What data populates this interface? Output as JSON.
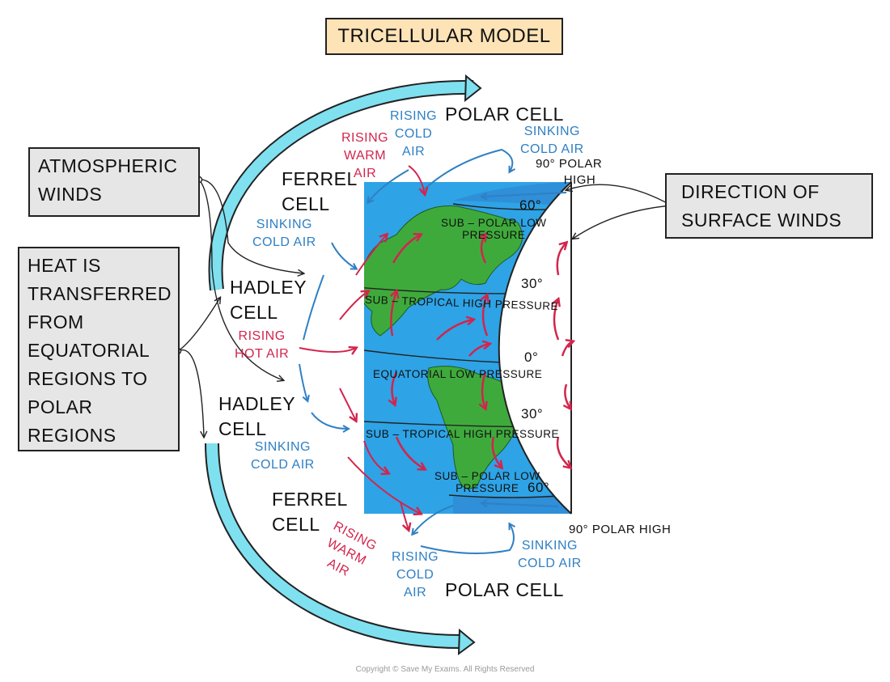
{
  "title": "TRICELLULAR MODEL",
  "notes": {
    "atmospheric_winds": [
      "ATMOSPHERIC",
      "WINDS"
    ],
    "heat_transfer": [
      "HEAT IS",
      "TRANSFERRED",
      "FROM",
      "EQUATORIAL",
      "REGIONS TO",
      "POLAR",
      "REGIONS"
    ],
    "surface_winds": [
      "DIRECTION OF",
      "SURFACE WINDS"
    ]
  },
  "cells": {
    "polar_top": "POLAR CELL",
    "ferrel_top": [
      "FERREL",
      "CELL"
    ],
    "hadley_top": [
      "HADLEY",
      "CELL"
    ],
    "hadley_bottom": [
      "HADLEY",
      "CELL"
    ],
    "ferrel_bottom": [
      "FERREL",
      "CELL"
    ],
    "polar_bottom": "POLAR CELL"
  },
  "air": {
    "rising_cold_top": [
      "RISING",
      "COLD",
      "AIR"
    ],
    "rising_warm_top": [
      "RISING",
      "WARM",
      "AIR"
    ],
    "sinking_cold_polar_top": [
      "SINKING",
      "COLD AIR"
    ],
    "sinking_cold_ferrel_top": [
      "SINKING",
      "COLD AIR"
    ],
    "rising_hot": [
      "RISING",
      "HOT AIR"
    ],
    "sinking_cold_hadley_bottom": [
      "SINKING",
      "COLD AIR"
    ],
    "rising_warm_bottom": [
      "RISING",
      "WARM",
      "AIR"
    ],
    "rising_cold_bottom": [
      "RISING",
      "COLD",
      "AIR"
    ],
    "sinking_cold_polar_bottom": [
      "SINKING",
      "COLD AIR"
    ]
  },
  "pressure": {
    "polar_high_top": [
      "90° POLAR",
      "HIGH"
    ],
    "sub_polar_low_top": [
      "SUB – POLAR LOW",
      "PRESSURE"
    ],
    "sub_tropical_high_top": "SUB – TROPICAL HIGH PRESSURE",
    "equatorial_low": "EQUATORIAL LOW PRESSURE",
    "sub_tropical_high_bottom": "SUB – TROPICAL HIGH PRESSURE",
    "sub_polar_low_bottom": [
      "SUB – POLAR LOW",
      "PRESSURE"
    ],
    "polar_high_bottom": "90° POLAR HIGH"
  },
  "latitudes": {
    "n60": "60°",
    "n30": "30°",
    "eq": "0°",
    "s30": "30°",
    "s60": "60°"
  },
  "copyright": "Copyright © Save My Exams. All Rights Reserved",
  "colors": {
    "ocean": "#2ea3e6",
    "land": "#3faa3c",
    "ice": "#2f8fd8",
    "sinking_air": "#2f80c4",
    "rising_air": "#d2254d",
    "transfer_arrow": "#7fe0f0",
    "title_bg": "#fde3b6",
    "note_bg": "#e6e6e6"
  }
}
